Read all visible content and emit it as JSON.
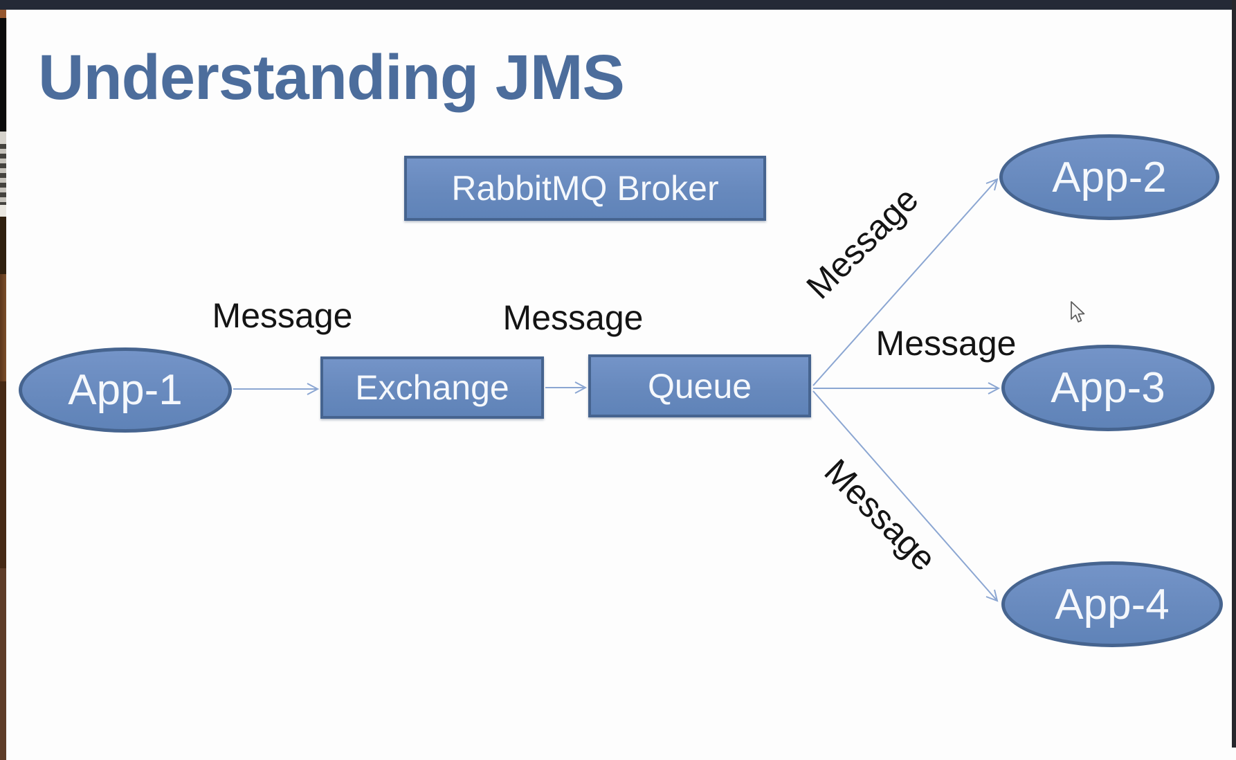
{
  "slide": {
    "title": "Understanding JMS"
  },
  "diagram": {
    "broker": {
      "label": "RabbitMQ Broker"
    },
    "nodes": {
      "app1": {
        "label": "App-1",
        "shape": "ellipse"
      },
      "exchange": {
        "label": "Exchange",
        "shape": "rect"
      },
      "queue": {
        "label": "Queue",
        "shape": "rect"
      },
      "app2": {
        "label": "App-2",
        "shape": "ellipse"
      },
      "app3": {
        "label": "App-3",
        "shape": "ellipse"
      },
      "app4": {
        "label": "App-4",
        "shape": "ellipse"
      }
    },
    "messages": {
      "m1": "Message",
      "m2": "Message",
      "m3": "Message",
      "m4": "Message",
      "m5": "Message"
    },
    "edges": [
      {
        "from": "app1",
        "to": "exchange",
        "label": "Message"
      },
      {
        "from": "exchange",
        "to": "queue",
        "label": "Message"
      },
      {
        "from": "queue",
        "to": "app2",
        "label": "Message"
      },
      {
        "from": "queue",
        "to": "app3",
        "label": "Message"
      },
      {
        "from": "queue",
        "to": "app4",
        "label": "Message"
      }
    ]
  },
  "icons": {
    "cursor": "arrow-pointer"
  },
  "colors": {
    "top_bar": "#242936",
    "side_bar": "#27272c",
    "slide_bg": "#fdfdfd",
    "title": "#4c6d9c",
    "node_fill": "#6789bd",
    "node_border": "#46648f",
    "node_text": "#f5f8fc",
    "arrow": "#8ba6d2",
    "message_text": "#141414"
  }
}
